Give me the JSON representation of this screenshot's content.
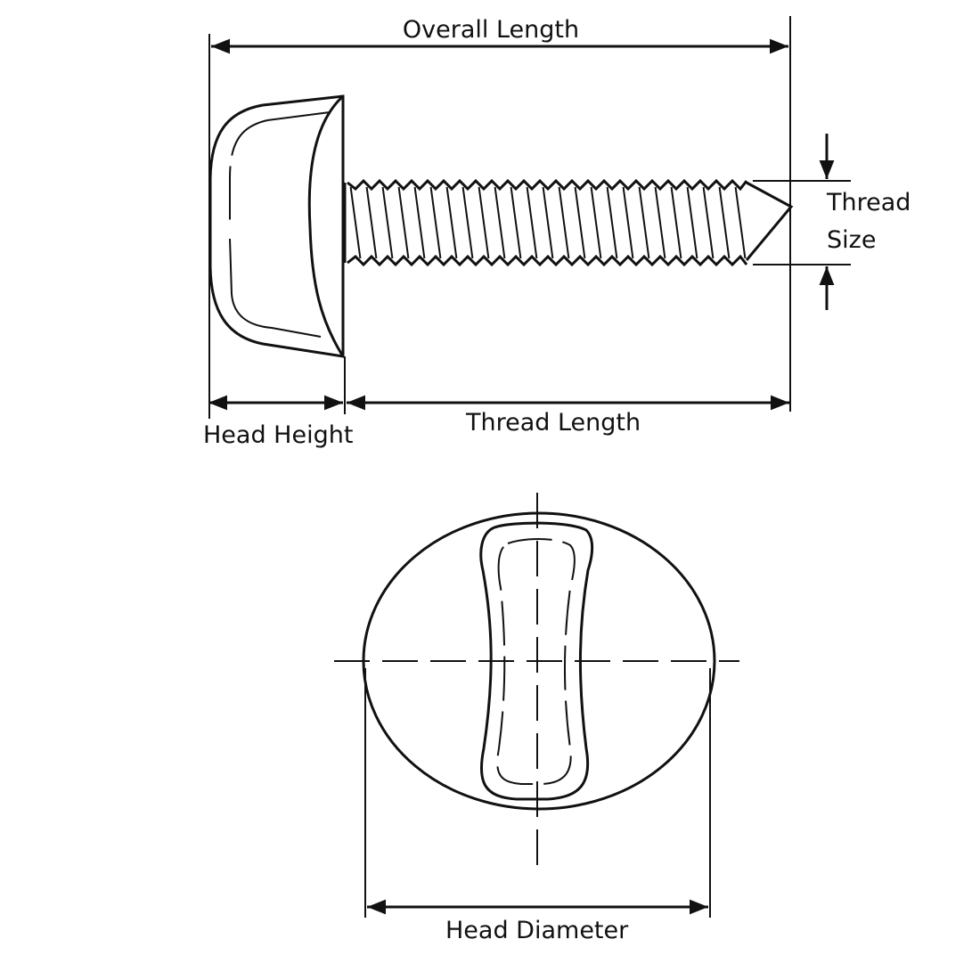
{
  "diagram": {
    "labels": {
      "overall_length": "Overall Length",
      "thread_size_line1": "Thread",
      "thread_size_line2": "Size",
      "head_height": "Head Height",
      "thread_length": "Thread Length",
      "head_diameter": "Head Diameter"
    }
  }
}
